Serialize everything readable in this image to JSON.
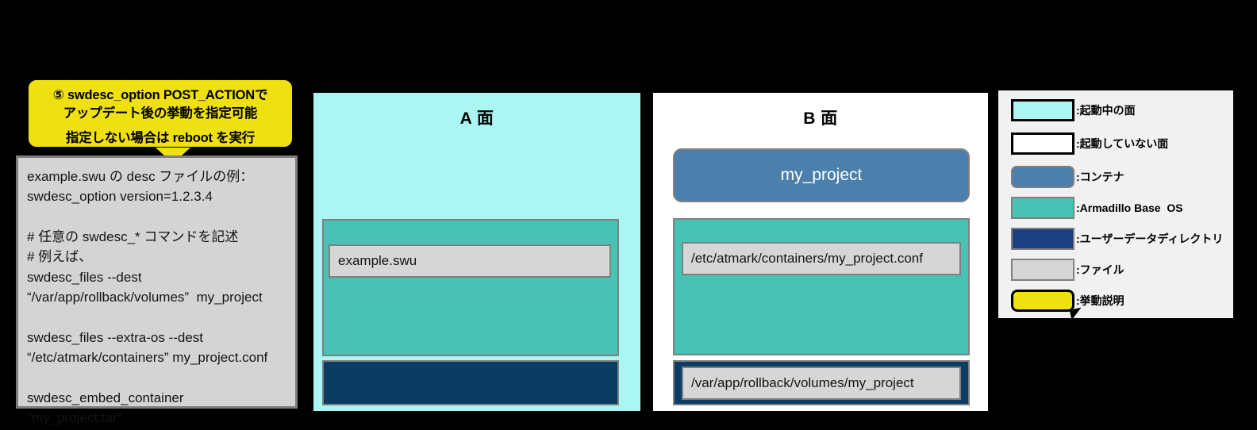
{
  "callout": {
    "line1": "⑤ swdesc_option POST_ACTIONで",
    "line2": "アップデート後の挙動を指定可能",
    "line3": "指定しない場合は reboot を実行"
  },
  "desc_box": {
    "text": "example.swu の desc ファイルの例：\nswdesc_option version=1.2.3.4\n\n# 任意の swdesc_* コマンドを記述\n# 例えば、\nswdesc_files --dest\n“/var/app/rollback/volumes”  my_project\n\nswdesc_files --extra-os --dest\n“/etc/atmark/containers” my_project.conf\n\nswdesc_embed_container\n\"my_project.tar\""
  },
  "panel_a": {
    "title": "A 面",
    "file_label": "example.swu"
  },
  "panel_b": {
    "title": "B 面",
    "container_label": "my_project",
    "conf_file_label": "/etc/atmark/containers/my_project.conf",
    "volume_file_label": "/var/app/rollback/volumes/my_project"
  },
  "legend": {
    "items": [
      {
        "label": ":起動中の面",
        "swatch": "active-side-swatch"
      },
      {
        "label": ":起動していない面",
        "swatch": "inactive-side-swatch"
      },
      {
        "label": ":コンテナ",
        "swatch": "container-swatch"
      },
      {
        "label": ":Armadillo Base  OS",
        "swatch": "armadillo-base-os-swatch"
      },
      {
        "label": ":ユーザーデータディレクトリ",
        "swatch": "user-data-directory-swatch"
      },
      {
        "label": ":ファイル",
        "swatch": "file-swatch"
      },
      {
        "label": ":挙動説明",
        "swatch": "behavior-callout-swatch"
      }
    ]
  },
  "colors": {
    "active_side": "#ABF5F3",
    "inactive_side": "#FFFFFF",
    "container": "#4C80AC",
    "armadillo_base_os": "#47C2B4",
    "user_data_directory": "#1B3F81",
    "user_data_block": "#0C3C63",
    "file": "#D6D6D6",
    "callout": "#EFE111",
    "background": "#000000",
    "legend_background": "#F1F1F1"
  }
}
